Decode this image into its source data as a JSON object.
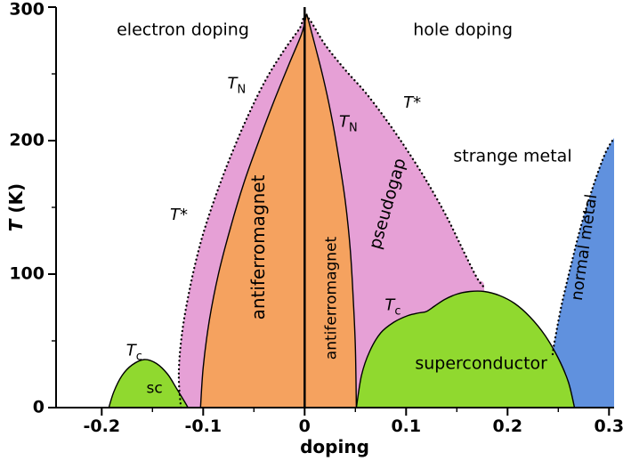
{
  "chart_data": {
    "type": "area",
    "description": "Temperature vs doping phase diagram of a superconductor with electron- and hole-doped regions",
    "xlabel": "doping",
    "ylabel_base": "T",
    "ylabel_unit": " (K)",
    "xlim": [
      -0.245,
      0.305
    ],
    "ylim": [
      0,
      300
    ],
    "x_ticks": {
      "values": [
        -0.2,
        -0.1,
        0,
        0.1,
        0.2,
        0.3
      ],
      "labels": [
        "-0.2",
        "-0.1",
        "0",
        "0.1",
        "0.2",
        "0.3"
      ],
      "minor": [
        -0.15,
        -0.05,
        0.05,
        0.15,
        0.25
      ]
    },
    "y_ticks": {
      "values": [
        0,
        100,
        200,
        300
      ],
      "labels": [
        "0",
        "100",
        "200",
        "300"
      ],
      "minor": [
        50,
        150,
        250
      ]
    },
    "vline_x": 0,
    "colors": {
      "antiferromagnet": "#F5A25F",
      "pseudogap": "#E6A0D6",
      "superconductor": "#90D92F",
      "normal_metal": "#6091DE",
      "line": "#000000"
    },
    "regions": [
      {
        "name": "pseudogap",
        "color": "#E6A0D6",
        "points": [
          [
            -0.122,
            0
          ],
          [
            -0.124,
            25
          ],
          [
            -0.121,
            55
          ],
          [
            -0.113,
            90
          ],
          [
            -0.102,
            125
          ],
          [
            -0.088,
            158
          ],
          [
            -0.072,
            190
          ],
          [
            -0.055,
            220
          ],
          [
            -0.038,
            246
          ],
          [
            -0.02,
            268
          ],
          [
            -0.005,
            284
          ],
          [
            0.002,
            293
          ],
          [
            0.02,
            272
          ],
          [
            0.04,
            253
          ],
          [
            0.06,
            236
          ],
          [
            0.08,
            216
          ],
          [
            0.1,
            194
          ],
          [
            0.12,
            170
          ],
          [
            0.14,
            143
          ],
          [
            0.158,
            115
          ],
          [
            0.17,
            97
          ],
          [
            0.177,
            90
          ],
          [
            0.17,
            55
          ],
          [
            0.168,
            0
          ]
        ]
      },
      {
        "name": "antiferromagnet",
        "color": "#F5A25F",
        "points": [
          [
            -0.1026,
            0
          ],
          [
            -0.1,
            30
          ],
          [
            -0.094,
            65
          ],
          [
            -0.085,
            100
          ],
          [
            -0.073,
            135
          ],
          [
            -0.06,
            168
          ],
          [
            -0.045,
            200
          ],
          [
            -0.03,
            230
          ],
          [
            -0.015,
            258
          ],
          [
            -0.003,
            280
          ],
          [
            0.002,
            295
          ],
          [
            0.01,
            272
          ],
          [
            0.018,
            248
          ],
          [
            0.026,
            220
          ],
          [
            0.033,
            190
          ],
          [
            0.04,
            155
          ],
          [
            0.045,
            118
          ],
          [
            0.048,
            80
          ],
          [
            0.05,
            45
          ],
          [
            0.051,
            0
          ]
        ]
      },
      {
        "name": "normal-metal",
        "color": "#6091DE",
        "points": [
          [
            0.238,
            0
          ],
          [
            0.241,
            22
          ],
          [
            0.246,
            48
          ],
          [
            0.253,
            76
          ],
          [
            0.262,
            105
          ],
          [
            0.272,
            135
          ],
          [
            0.284,
            165
          ],
          [
            0.296,
            190
          ],
          [
            0.305,
            202
          ]
        ],
        "close": [
          [
            0.305,
            0
          ]
        ]
      },
      {
        "name": "superconductor-hole",
        "color": "#90D92F",
        "points": [
          [
            0.051,
            0
          ],
          [
            0.056,
            24
          ],
          [
            0.064,
            42
          ],
          [
            0.075,
            56
          ],
          [
            0.088,
            64
          ],
          [
            0.102,
            69
          ],
          [
            0.113,
            71
          ],
          [
            0.12,
            72
          ],
          [
            0.128,
            76
          ],
          [
            0.138,
            81
          ],
          [
            0.15,
            85
          ],
          [
            0.163,
            87
          ],
          [
            0.177,
            87
          ],
          [
            0.192,
            84
          ],
          [
            0.207,
            78
          ],
          [
            0.222,
            68
          ],
          [
            0.237,
            54
          ],
          [
            0.25,
            37
          ],
          [
            0.26,
            19
          ],
          [
            0.266,
            0
          ]
        ]
      },
      {
        "name": "superconductor-electron",
        "color": "#90D92F",
        "points": [
          [
            -0.193,
            0
          ],
          [
            -0.188,
            12
          ],
          [
            -0.18,
            24
          ],
          [
            -0.17,
            32
          ],
          [
            -0.158,
            36
          ],
          [
            -0.146,
            33
          ],
          [
            -0.135,
            25
          ],
          [
            -0.126,
            14
          ],
          [
            -0.118,
            4
          ],
          [
            -0.115,
            0
          ]
        ]
      }
    ],
    "strokes": [
      {
        "name": "sc-dome-hole-outline",
        "style": "solid",
        "width": 1.4,
        "points": [
          [
            0.051,
            0
          ],
          [
            0.056,
            24
          ],
          [
            0.064,
            42
          ],
          [
            0.075,
            56
          ],
          [
            0.088,
            64
          ],
          [
            0.102,
            69
          ],
          [
            0.113,
            71
          ],
          [
            0.12,
            72
          ],
          [
            0.128,
            76
          ],
          [
            0.138,
            81
          ],
          [
            0.15,
            85
          ],
          [
            0.163,
            87
          ],
          [
            0.177,
            87
          ],
          [
            0.192,
            84
          ],
          [
            0.207,
            78
          ],
          [
            0.222,
            68
          ],
          [
            0.237,
            54
          ],
          [
            0.25,
            37
          ],
          [
            0.26,
            19
          ],
          [
            0.266,
            0
          ]
        ]
      },
      {
        "name": "sc-dome-electron-outline",
        "style": "solid",
        "width": 1.4,
        "points": [
          [
            -0.193,
            0
          ],
          [
            -0.188,
            12
          ],
          [
            -0.18,
            24
          ],
          [
            -0.17,
            32
          ],
          [
            -0.158,
            36
          ],
          [
            -0.146,
            33
          ],
          [
            -0.135,
            25
          ],
          [
            -0.126,
            14
          ],
          [
            -0.118,
            4
          ],
          [
            -0.115,
            0
          ]
        ]
      },
      {
        "name": "neel-line-electron",
        "style": "solid",
        "width": 1.4,
        "points": [
          [
            -0.1026,
            0
          ],
          [
            -0.1,
            30
          ],
          [
            -0.094,
            65
          ],
          [
            -0.085,
            100
          ],
          [
            -0.073,
            135
          ],
          [
            -0.06,
            168
          ],
          [
            -0.045,
            200
          ],
          [
            -0.03,
            230
          ],
          [
            -0.015,
            258
          ],
          [
            -0.003,
            280
          ],
          [
            0.002,
            295
          ]
        ]
      },
      {
        "name": "neel-line-hole",
        "style": "solid",
        "width": 1.4,
        "points": [
          [
            0.002,
            295
          ],
          [
            0.01,
            272
          ],
          [
            0.018,
            248
          ],
          [
            0.026,
            220
          ],
          [
            0.033,
            190
          ],
          [
            0.04,
            155
          ],
          [
            0.045,
            118
          ],
          [
            0.048,
            80
          ],
          [
            0.05,
            45
          ],
          [
            0.051,
            0
          ]
        ]
      },
      {
        "name": "tstar-line",
        "style": "dotted",
        "width": 2.3,
        "points": [
          [
            -0.122,
            0
          ],
          [
            -0.124,
            25
          ],
          [
            -0.121,
            55
          ],
          [
            -0.113,
            90
          ],
          [
            -0.102,
            125
          ],
          [
            -0.088,
            158
          ],
          [
            -0.072,
            190
          ],
          [
            -0.055,
            220
          ],
          [
            -0.038,
            246
          ],
          [
            -0.02,
            268
          ],
          [
            -0.005,
            284
          ],
          [
            0.002,
            293
          ],
          [
            0.02,
            272
          ],
          [
            0.04,
            253
          ],
          [
            0.06,
            236
          ],
          [
            0.08,
            216
          ],
          [
            0.1,
            194
          ],
          [
            0.12,
            170
          ],
          [
            0.14,
            143
          ],
          [
            0.158,
            115
          ],
          [
            0.17,
            97
          ],
          [
            0.177,
            90
          ]
        ]
      },
      {
        "name": "normal-metal-boundary",
        "style": "dotted",
        "width": 2.3,
        "points": [
          [
            0.2445,
            40
          ],
          [
            0.246,
            48
          ],
          [
            0.253,
            76
          ],
          [
            0.262,
            105
          ],
          [
            0.272,
            135
          ],
          [
            0.284,
            165
          ],
          [
            0.296,
            190
          ],
          [
            0.305,
            202
          ]
        ]
      }
    ],
    "labels": [
      {
        "name": "label-electron-doping",
        "text": "electron doping",
        "x": -0.12,
        "y": 283,
        "size": 19
      },
      {
        "name": "label-hole-doping",
        "text": "hole doping",
        "x": 0.156,
        "y": 283,
        "size": 19
      },
      {
        "name": "label-strange-metal",
        "text": "strange metal",
        "x": 0.205,
        "y": 188,
        "size": 19
      },
      {
        "name": "label-antiferromagnet-electron",
        "text": "antiferromagnet",
        "x": -0.046,
        "y": 120,
        "rot": -90,
        "size": 20
      },
      {
        "name": "label-antiferromagnet-hole",
        "text": "antiferromagnet",
        "x": 0.027,
        "y": 82,
        "rot": -90,
        "size": 17
      },
      {
        "name": "label-pseudogap",
        "text": "pseudogap",
        "x": 0.082,
        "y": 153,
        "rot": -74,
        "size": 19
      },
      {
        "name": "label-normal-metal",
        "text": "normal metal",
        "x": 0.276,
        "y": 120,
        "rot": -82,
        "size": 18
      },
      {
        "name": "label-superconductor",
        "text": "superconductor",
        "x": 0.174,
        "y": 33,
        "size": 19
      },
      {
        "name": "label-sc",
        "text": "sc",
        "x": -0.148,
        "y": 14,
        "size": 17
      },
      {
        "name": "label-tn-electron",
        "math": {
          "base": "T",
          "sub": "N"
        },
        "x": -0.067,
        "y": 241,
        "size": 18
      },
      {
        "name": "label-tn-hole",
        "math": {
          "base": "T",
          "sub": "N"
        },
        "x": 0.043,
        "y": 212,
        "size": 18
      },
      {
        "name": "label-tstar-electron",
        "math": {
          "base": "T",
          "star": true
        },
        "x": -0.124,
        "y": 144,
        "size": 18
      },
      {
        "name": "label-tstar-hole",
        "math": {
          "base": "T",
          "star": true
        },
        "x": 0.106,
        "y": 228,
        "size": 18
      },
      {
        "name": "label-tc-electron",
        "math": {
          "base": "T",
          "sub": "c"
        },
        "x": -0.168,
        "y": 41,
        "size": 18
      },
      {
        "name": "label-tc-hole",
        "math": {
          "base": "T",
          "sub": "c"
        },
        "x": 0.087,
        "y": 75,
        "size": 18
      }
    ]
  }
}
